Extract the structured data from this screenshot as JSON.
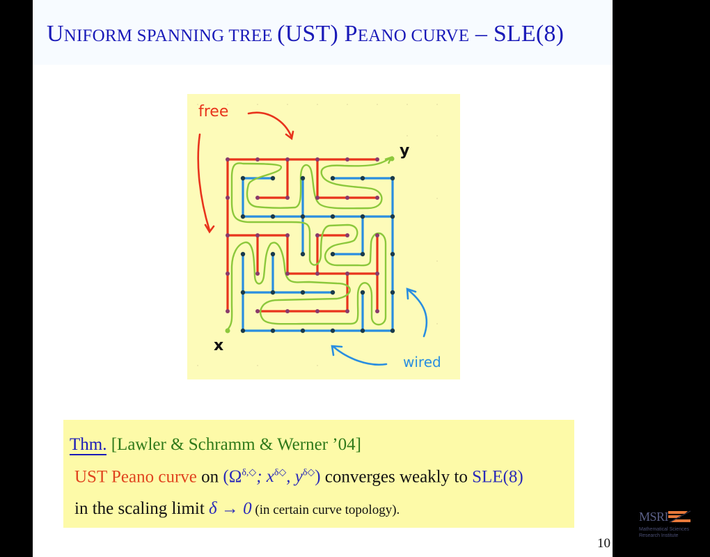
{
  "slide": {
    "title": {
      "parts": [
        {
          "text": "U",
          "style": "big"
        },
        {
          "text": "NIFORM SPANNING TREE ",
          "style": "sc"
        },
        {
          "text": "(UST) P",
          "style": "big"
        },
        {
          "text": "EANO CURVE",
          "style": "sc"
        },
        {
          "text": " – SLE(8)",
          "style": "big"
        }
      ],
      "full": "Uniform spanning tree (UST) Peano curve – SLE(8)",
      "color": "#1a1ab8"
    },
    "figure": {
      "labels": {
        "free": "free",
        "wired": "wired",
        "x": "x",
        "y": "y"
      },
      "colors": {
        "primal_tree": "#e8341c",
        "dual_tree": "#2a8ee0",
        "peano_curve": "#8cc83c",
        "primal_vertex": "#8a3a6a",
        "dual_vertex": "#1a3a4a",
        "background": "#fdfbb9"
      }
    },
    "theorem": {
      "label": "Thm.",
      "citation": "[Lawler & Schramm & Werner ’04]",
      "line2": {
        "subject": "UST Peano curve",
        "on": " on ",
        "domain_open": "(Ω",
        "domain_sup": "δ,◇",
        "sep": "; x",
        "x_sup": "δ◇",
        "comma": ", y",
        "y_sup": "δ◇",
        "domain_close": ")",
        "verb": " converges weakly to ",
        "limit": "SLE(8)"
      },
      "line3": {
        "text": "in the scaling limit ",
        "math": "δ → 0",
        "note": " (in certain curve topology)."
      }
    },
    "page_number": "10"
  },
  "logo": {
    "name": "MSRI",
    "subtitle_line1": "Mathematical Sciences",
    "subtitle_line2": "Research Institute",
    "accent": "#e8793a"
  }
}
